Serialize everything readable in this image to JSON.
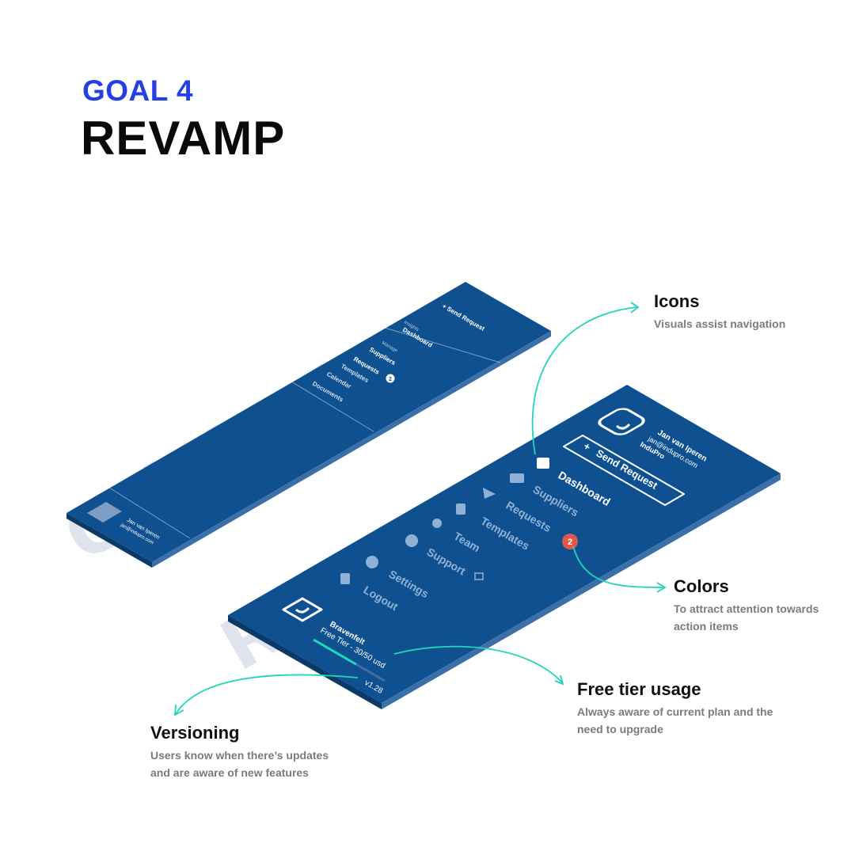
{
  "header": {
    "goal": "GOAL 4",
    "title": "REVAMP"
  },
  "watermarks": {
    "original": "Original",
    "revamped": "Revamped"
  },
  "original_panel": {
    "send_request": "+ Send Request",
    "insights_label": "Insights",
    "dashboard": "Dashboard",
    "manage_label": "Manage",
    "items": [
      "Suppliers",
      "Requests",
      "Templates",
      "Calendar",
      "Documents"
    ],
    "requests_badge": "2",
    "user_name": "Jan van Iperen",
    "user_email": "jan@indupro.com"
  },
  "revamped_panel": {
    "user_name": "Jan van Iperen",
    "user_email": "jan@indupro.com",
    "company": "InduPro",
    "send_request": "Send Request",
    "send_request_icon": "+",
    "nav": [
      {
        "label": "Dashboard",
        "icon": "chart-icon",
        "active": true
      },
      {
        "label": "Suppliers",
        "icon": "list-icon",
        "active": false
      },
      {
        "label": "Requests",
        "icon": "send-icon",
        "active": false
      },
      {
        "label": "Templates",
        "icon": "file-icon",
        "active": false
      },
      {
        "label": "Team",
        "icon": "paw-icon",
        "active": false
      },
      {
        "label": "Support",
        "icon": "help-icon",
        "active": false
      },
      {
        "label": "Settings",
        "icon": "gear-icon",
        "active": false
      },
      {
        "label": "Logout",
        "icon": "door-icon",
        "active": false
      }
    ],
    "templates_badge": "2",
    "workspace_name": "Bravenfelt",
    "tier_text": "Free Tier - 30/50 usd",
    "tier_usage_fraction": 0.6,
    "version": "v1.28"
  },
  "annotations": {
    "icons": {
      "title": "Icons",
      "desc": "Visuals assist navigation"
    },
    "colors": {
      "title": "Colors",
      "desc1": "To attract attention towards",
      "desc2": "action items"
    },
    "free_tier": {
      "title": "Free tier usage",
      "desc1": "Always aware of current plan and the",
      "desc2": "need to upgrade"
    },
    "versioning": {
      "title": "Versioning",
      "desc1": "Users know when there’s updates",
      "desc2": "and are aware of new features"
    }
  },
  "colors": {
    "accent_blue": "#2340e6",
    "panel": "#0f5190",
    "connector": "#20d6b7",
    "badge_red": "#e2574c"
  }
}
